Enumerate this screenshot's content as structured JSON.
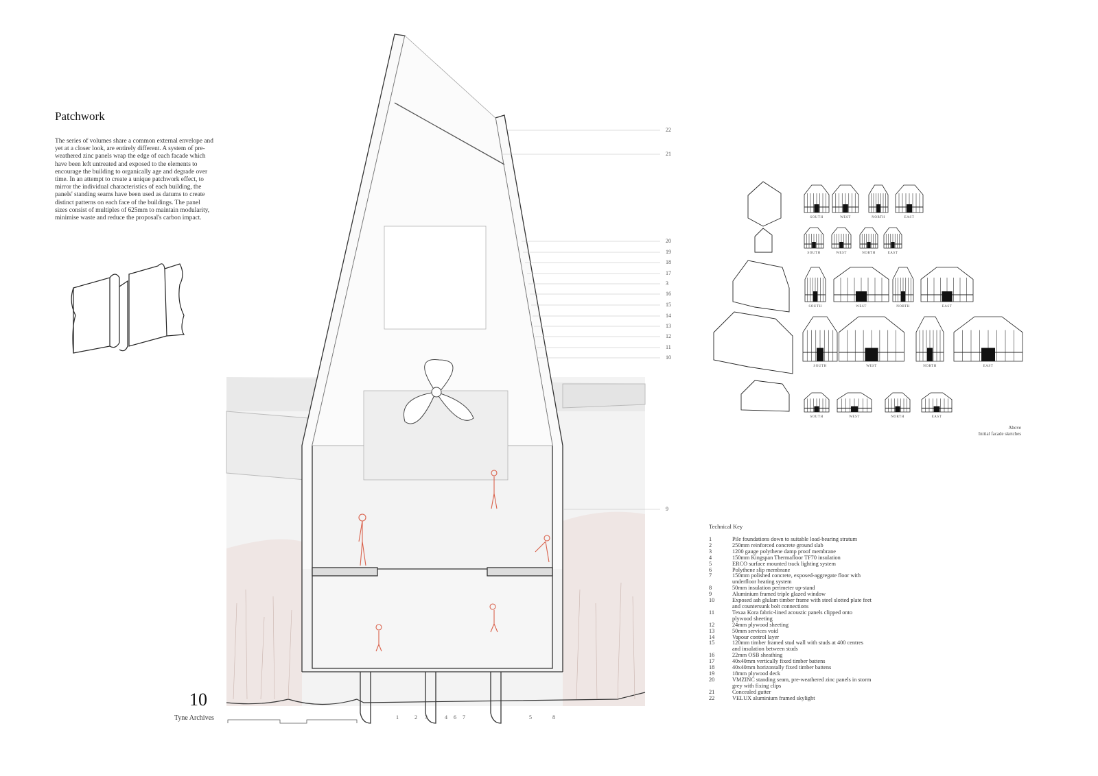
{
  "title": "Patchwork",
  "intro": "The series of  volumes share a common external envelope and yet at a closer look, are entirely different. A system of  pre-weathered zinc panels wrap the edge of  each facade which have been left untreated and exposed to the elements to encourage the building to organically age and degrade over time. In an attempt to create a unique patchwork effect, to mirror the individual characteristics of each building, the panels' standing seams have been used as datums to create distinct patterns on each face of  the buildings. The panel sizes consist of  multiples of  625mm to maintain modularity, minimise waste and reduce the proposal's carbon impact.",
  "section_labels_right": [
    "22",
    "21",
    "20",
    "19",
    "18",
    "17",
    "3",
    "16",
    "15",
    "14",
    "13",
    "12",
    "11",
    "10",
    "9"
  ],
  "section_labels_bottom": [
    "1",
    "2",
    "3",
    "4",
    "6",
    "7",
    "5",
    "8"
  ],
  "sketch_labels": [
    [
      "SOUTH",
      "WEST",
      "NORTH",
      "EAST"
    ],
    [
      "SOUTH",
      "WEST",
      "NORTH",
      "EAST"
    ],
    [
      "SOUTH",
      "WEST",
      "NORTH",
      "EAST"
    ],
    [
      "SOUTH",
      "WEST",
      "NORTH",
      "EAST"
    ],
    [
      "SOUTH",
      "WEST",
      "NORTH",
      "EAST"
    ]
  ],
  "caption": {
    "line1": "Above",
    "line2": "Initial facade sketches"
  },
  "technical_key": {
    "heading": "Technical Key",
    "items": [
      {
        "n": "1",
        "t": "Pile foundations down to suitable load-bearing stratum"
      },
      {
        "n": "2",
        "t": "250mm reinforced concrete ground slab"
      },
      {
        "n": "3",
        "t": "1200 gauge polythene damp proof membrane"
      },
      {
        "n": "4",
        "t": "150mm Kingspan Thermafloor TF70 insulation"
      },
      {
        "n": "5",
        "t": "ERCO surface mounted track lighting system"
      },
      {
        "n": "6",
        "t": "Polythene slip membrane"
      },
      {
        "n": "7",
        "t": "150mm polished concrete, exposed-aggregate floor with underfloor heating system"
      },
      {
        "n": "8",
        "t": "50mm insulation perimeter up-stand"
      },
      {
        "n": "9",
        "t": "Aluminium framed triple glazed window"
      },
      {
        "n": "10",
        "t": "Exposed ash glulam timber frame with steel slotted plate feet and countersunk bolt connections"
      },
      {
        "n": "11",
        "t": "Texaa Kora fabric-lined acoustic panels clipped onto plywood sheeting"
      },
      {
        "n": "12",
        "t": "24mm plywood sheeting"
      },
      {
        "n": "13",
        "t": "50mm services void"
      },
      {
        "n": "14",
        "t": "Vapour control layer"
      },
      {
        "n": "15",
        "t": "120mm timber framed stud wall with studs at 400 centres and insulation between studs"
      },
      {
        "n": "16",
        "t": "22mm OSB sheathing"
      },
      {
        "n": "17",
        "t": "40x40mm vertically fixed timber battens"
      },
      {
        "n": "18",
        "t": "40x40mm horizontally fixed timber battens"
      },
      {
        "n": "19",
        "t": "18mm plywood deck"
      },
      {
        "n": "20",
        "t": "VMZINC standing seam, pre-weathered zinc panels in storm grey with fixing clips"
      },
      {
        "n": "21",
        "t": "Concealed gutter"
      },
      {
        "n": "22",
        "t": "VELUX aluminium framed skylight"
      }
    ]
  },
  "sheet_number": "10",
  "sheet_name": "Tyne Archives",
  "colors": {
    "ink": "#222222",
    "line": "#9a9a9a",
    "figure": "#d9604a",
    "grass": "#c9b3ad"
  }
}
